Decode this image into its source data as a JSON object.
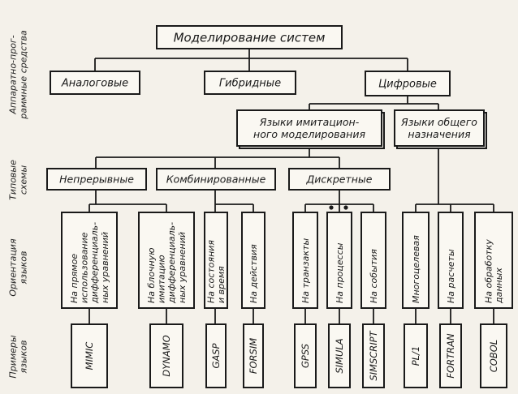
{
  "row_labels": {
    "hardware": [
      "Аппаратно-прог-",
      "раммные средства"
    ],
    "schemes": [
      "Типовые",
      "схемы"
    ],
    "orientation": [
      "Ориентация",
      "языков"
    ],
    "examples": [
      "Примеры",
      "языков"
    ]
  },
  "root": "Моделирование систем",
  "level1": {
    "analog": "Аналоговые",
    "hybrid": "Гибридные",
    "digital": "Цифровые"
  },
  "level2": {
    "sim": [
      "Языки имитацион-",
      "ного моделирования"
    ],
    "general": [
      "Языки общего",
      "назначения"
    ]
  },
  "level3": {
    "continuous": "Непрерывные",
    "combined": "Комбинированные",
    "discrete": "Дискретные"
  },
  "orientation": {
    "diffeq_direct": [
      "На прямое",
      "использование",
      "дифференциаль-",
      "ных уравнений"
    ],
    "diffeq_block": [
      "На блочную",
      "имитацию",
      "дифференциаль-",
      "ных уравнений"
    ],
    "states_time": [
      "На состояния",
      "и время"
    ],
    "actions": [
      "На действия"
    ],
    "transacts": [
      "На транзакты"
    ],
    "processes": [
      "На процессы"
    ],
    "events": [
      "На события"
    ],
    "multipurpose": [
      "Многоцелевая"
    ],
    "calculations": [
      "На расчеты"
    ],
    "data_processing": [
      "На обработку",
      "данных"
    ]
  },
  "examples": {
    "mimic": "MIMIC",
    "dynamo": "DYNAMO",
    "gasp": "GASP",
    "forsim": "FORSIM",
    "gpss": "GPSS",
    "simula": "SIMULA",
    "simscript": "SIMSCRIPT",
    "pl1": "PL/1",
    "fortran": "FORTRAN",
    "cobol": "COBOL"
  }
}
